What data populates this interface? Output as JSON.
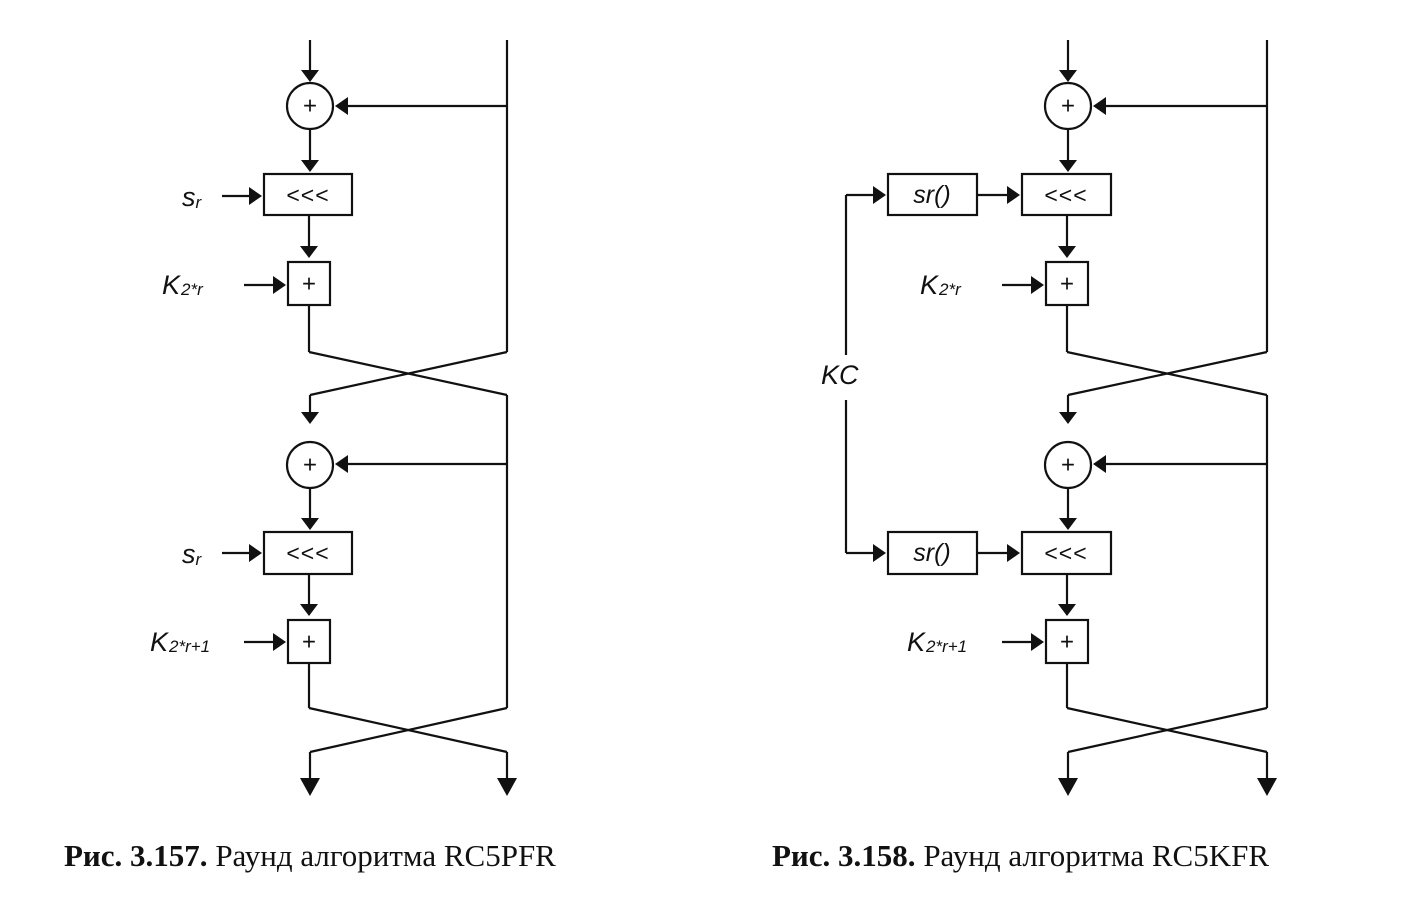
{
  "left": {
    "rotate_label": "<<<",
    "add_label": "+",
    "round1": {
      "s_label": "s",
      "s_sub": "r",
      "k_label": "K",
      "k_sub": "2*r"
    },
    "round2": {
      "s_label": "s",
      "s_sub": "r",
      "k_label": "K",
      "k_sub": "2*r+1"
    },
    "caption": {
      "number": "Рис. 3.157.",
      "text": " Раунд алгоритма RC5PFR"
    }
  },
  "right": {
    "rotate_label": "<<<",
    "add_label": "+",
    "kc_label": "KC",
    "s_func_label": "sr()",
    "round1": {
      "k_label": "K",
      "k_sub": "2*r"
    },
    "round2": {
      "k_label": "K",
      "k_sub": "2*r+1"
    },
    "caption": {
      "number": "Рис. 3.158.",
      "text": " Раунд алгоритма RC5KFR"
    }
  }
}
